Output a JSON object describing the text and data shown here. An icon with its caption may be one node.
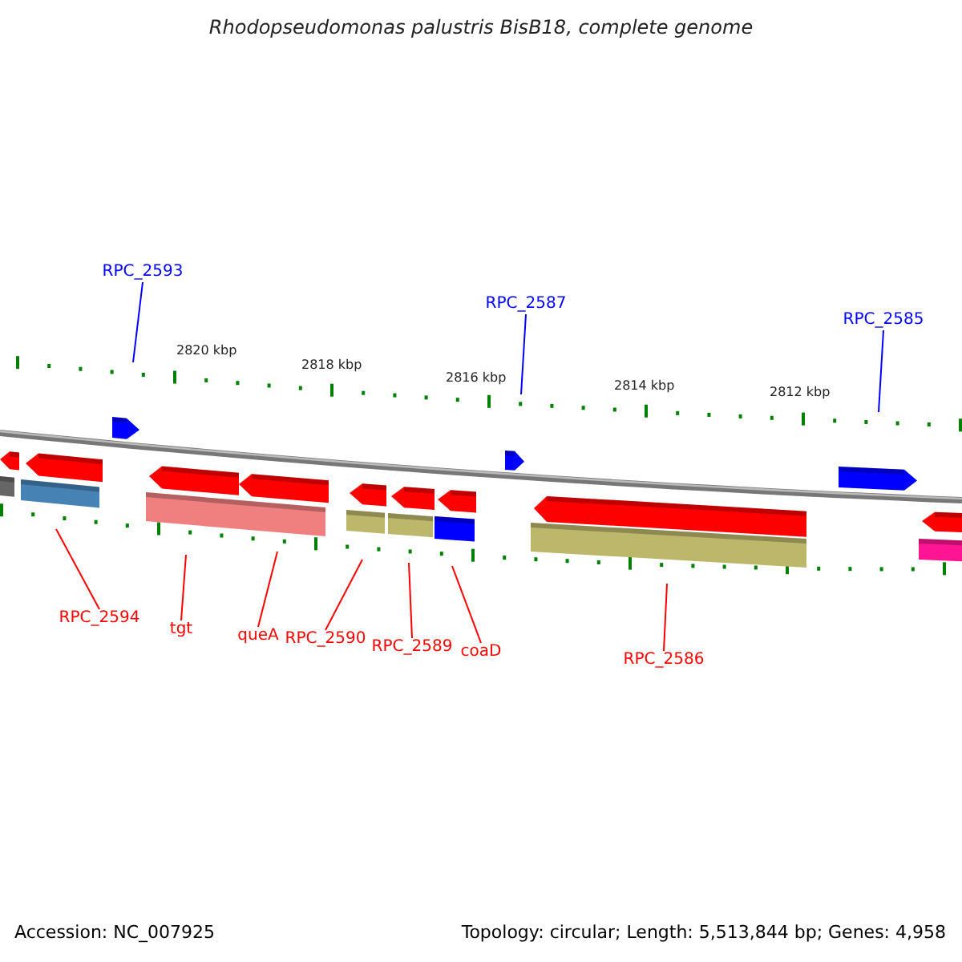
{
  "diagram": {
    "title": "*Rhodopseudomonas palustris* BisB18, complete genome",
    "nodes": [
      {
        "text": [
          "RPC_2593"
        ]
      },
      {
        "text": [
          "RPC_2587"
        ]
      },
      {
        "text": [
          "RPC_2585"
        ]
      },
      {
        "text": [
          "RPC_2594"
        ]
      },
      {
        "text": [
          "tgt"
        ]
      },
      {
        "text": [
          "queA"
        ]
      },
      {
        "text": [
          "RPC_2590"
        ]
      },
      {
        "text": [
          "RPC_2589"
        ]
      },
      {
        "text": [
          "coaD"
        ]
      },
      {
        "text": [
          "RPC_2586"
        ]
      }
    ],
    "edges": [
      {
        "from": 0,
        "to": null,
        "arrow": "none",
        "color": "#0000ff"
      },
      {
        "from": 1,
        "to": null,
        "arrow": "none",
        "color": "#0000ff"
      },
      {
        "from": 2,
        "to": null,
        "arrow": "none",
        "color": "#0000ff"
      },
      {
        "from": 3,
        "to": null,
        "arrow": "none"
      },
      {
        "from": 4,
        "to": null,
        "arrow": "none"
      },
      {
        "from": 5,
        "to": null,
        "arrow": "none"
      },
      {
        "from": 6,
        "to": null,
        "arrow": "none"
      },
      {
        "from": 7,
        "to": null,
        "arrow": "none"
      },
      {
        "from": 8,
        "to": null,
        "arrow": "none"
      },
      {
        "from": 9,
        "to": null,
        "arrow": "none"
      }
    ],
    "labels": [
      "2820 kbp",
      "2818 kbp",
      "2816 kbp",
      "2814 kbp",
      "2812 kbp",
      "Accession: NC_007925",
      "Topology: circular; Length: 5,513,844 bp; Genes: 4,958"
    ]
  }
}
